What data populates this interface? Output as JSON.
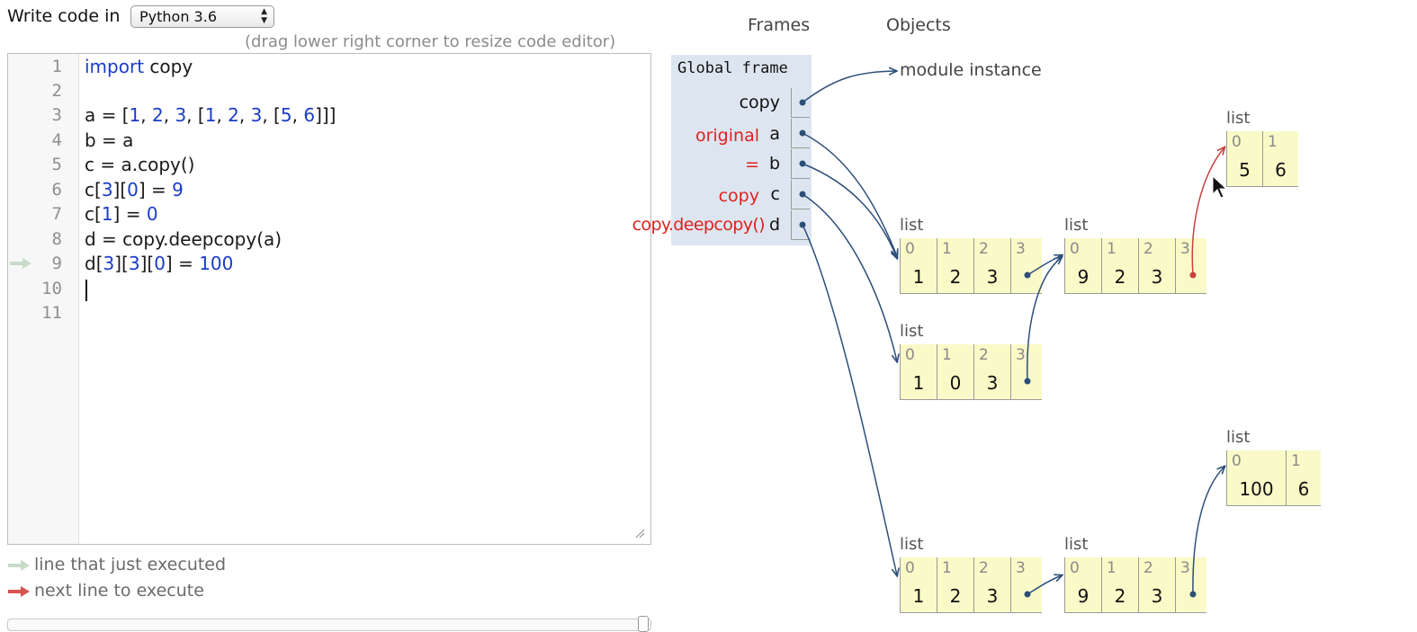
{
  "toolbar": {
    "write_code_label": "Write code in",
    "language_selected": "Python 3.6",
    "drag_hint": "(drag lower right corner to resize code editor)"
  },
  "editor": {
    "lines": [
      {
        "n": "1",
        "text": "import copy"
      },
      {
        "n": "2",
        "text": ""
      },
      {
        "n": "3",
        "text": "a = [1, 2, 3, [1, 2, 3, [5, 6]]]"
      },
      {
        "n": "4",
        "text": "b = a"
      },
      {
        "n": "5",
        "text": "c = a.copy()"
      },
      {
        "n": "6",
        "text": "c[3][0] = 9"
      },
      {
        "n": "7",
        "text": "c[1] = 0"
      },
      {
        "n": "8",
        "text": "d = copy.deepcopy(a)"
      },
      {
        "n": "9",
        "text": "d[3][3][0] = 100"
      },
      {
        "n": "10",
        "text": ""
      },
      {
        "n": "11",
        "text": ""
      }
    ],
    "executed_line": 9
  },
  "legend": {
    "executed": "line that just executed",
    "next": "next line to execute"
  },
  "colors": {
    "executed_arrow": "#c8dcc8",
    "next_arrow": "#d9534f",
    "pointer": "#2c4f78",
    "highlight_pointer": "#c84040",
    "frame_bg": "#dde6f0",
    "heap_cell": "#fafac8",
    "annotation": "#e02020"
  },
  "viz": {
    "frames_header": "Frames",
    "objects_header": "Objects",
    "global_frame": "Global frame",
    "variables": [
      {
        "name": "copy",
        "annotation": ""
      },
      {
        "name": "a",
        "annotation": "original"
      },
      {
        "name": "b",
        "annotation": "="
      },
      {
        "name": "c",
        "annotation": "copy"
      },
      {
        "name": "d",
        "annotation": "copy.deepcopy()"
      }
    ],
    "module_instance": "module instance",
    "list_label": "list",
    "lists": {
      "l56": [
        {
          "i": "0",
          "v": "5"
        },
        {
          "i": "1",
          "v": "6"
        }
      ],
      "la": [
        {
          "i": "0",
          "v": "1"
        },
        {
          "i": "1",
          "v": "2"
        },
        {
          "i": "2",
          "v": "3"
        },
        {
          "i": "3",
          "v": ""
        }
      ],
      "lin": [
        {
          "i": "0",
          "v": "9"
        },
        {
          "i": "1",
          "v": "2"
        },
        {
          "i": "2",
          "v": "3"
        },
        {
          "i": "3",
          "v": ""
        }
      ],
      "lc": [
        {
          "i": "0",
          "v": "1"
        },
        {
          "i": "1",
          "v": "0"
        },
        {
          "i": "2",
          "v": "3"
        },
        {
          "i": "3",
          "v": ""
        }
      ],
      "l100": [
        {
          "i": "0",
          "v": "100"
        },
        {
          "i": "1",
          "v": "6"
        }
      ],
      "ld": [
        {
          "i": "0",
          "v": "1"
        },
        {
          "i": "1",
          "v": "2"
        },
        {
          "i": "2",
          "v": "3"
        },
        {
          "i": "3",
          "v": ""
        }
      ],
      "ldin": [
        {
          "i": "0",
          "v": "9"
        },
        {
          "i": "1",
          "v": "2"
        },
        {
          "i": "2",
          "v": "3"
        },
        {
          "i": "3",
          "v": ""
        }
      ]
    }
  }
}
